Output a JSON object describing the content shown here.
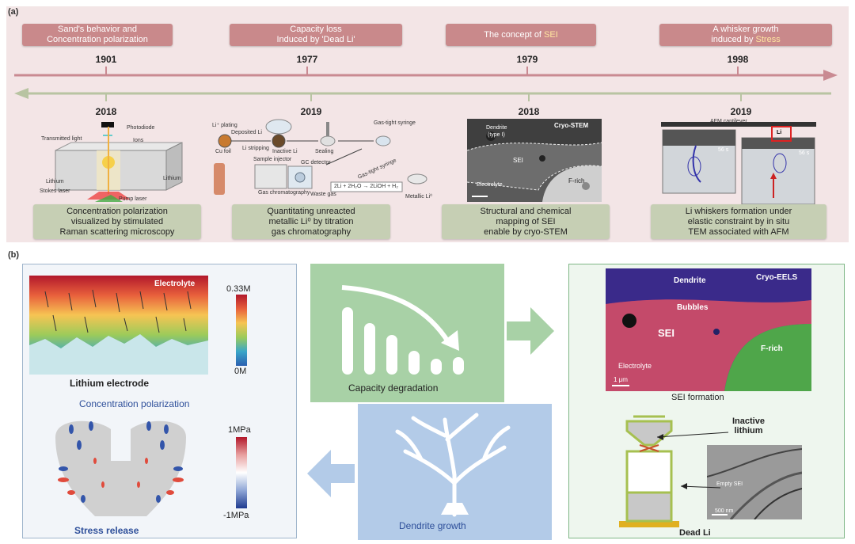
{
  "panel_a": {
    "label": "(a)",
    "top_events": [
      {
        "line1": "Sand's behavior and",
        "line2": "Concentration polarization",
        "year": "1901"
      },
      {
        "line1": "Capacity loss",
        "line2": "Induced by 'Dead Li'",
        "year": "1977"
      },
      {
        "line1": "The concept of ",
        "hl": "SEI",
        "year": "1979"
      },
      {
        "line1": "A whisker growth",
        "line2a": "induced by ",
        "line2hl": "Stress",
        "year": "1998"
      }
    ],
    "bottom_events": [
      {
        "year": "2018",
        "line1": "Concentration polarization",
        "line2": "visualized by stimulated",
        "line3": "Raman scattering microscopy"
      },
      {
        "year": "2019",
        "line1": "Quantitating unreacted",
        "line2": "metallic Li⁰ by titration",
        "line3": "gas chromatography"
      },
      {
        "year": "2018",
        "line1": "Structural and chemical",
        "line2": "mapping of SEI",
        "line3": "enable by cryo-STEM"
      },
      {
        "year": "2019",
        "line1": "Li whiskers formation under",
        "line2": "elastic constraint by in situ",
        "line3": "TEM associated with AFM"
      }
    ],
    "img1": {
      "photodiode": "Photodiode",
      "transmitted": "Transmitted light",
      "ions": "Ions",
      "lithium_l": "Lithium",
      "lithium_r": "Lithium",
      "stokes": "Stokes laser",
      "pump": "Pump laser"
    },
    "img2": {
      "li_plating": "Li⁺ plating",
      "deposited": "Deposited Li",
      "cu_foil": "Cu foil",
      "li_stripping": "Li stripping",
      "inactive": "Inactive Li",
      "sealing": "Sealing",
      "gas_tight": "Gas-tight syringe",
      "sample_injector": "Sample injector",
      "gc_detector": "GC detector",
      "gas_chrom": "Gas chromatography",
      "waste_gas": "Waste gas",
      "equation": "2Li + 2H₂O → 2LiOH + H₂",
      "metallic": "Metallic Li⁰",
      "gas_lb": "Gas-tight syringe"
    },
    "img3": {
      "title": "Cryo-STEM",
      "dendrite": "Dendrite",
      "type": "(type I)",
      "sei": "SEI",
      "frich": "F-rich",
      "electrolyte": "Electrolyte"
    },
    "img4": {
      "afm": "AFM cantilever",
      "t1": "56 s",
      "t2": "56 s",
      "tag": "Li"
    }
  },
  "panel_b": {
    "label": "(b)",
    "heatmap_label": "Electrolyte",
    "cb1_max": "0.33M",
    "cb1_min": "0M",
    "lithium_electrode": "Lithium electrode",
    "concentration_polarization": "Concentration polarization",
    "cb2_max": "1MPa",
    "cb2_min": "-1MPa",
    "stress_release": "Stress release",
    "capacity_degradation": "Capacity degradation",
    "dendrite_growth": "Dendrite growth",
    "eels": {
      "title": "Cryo-EELS",
      "dendrite": "Dendrite",
      "bubbles": "Bubbles",
      "sei": "SEI",
      "frich": "F-rich",
      "electrolyte": "Electrolyte",
      "scale": "1 μm"
    },
    "sei_formation": "SEI formation",
    "inactive_lithium_1": "Inactive",
    "inactive_lithium_2": "lithium",
    "empty_sei": "Empty SEI",
    "tem_scale": "500 nm",
    "dead_li": "Dead Li"
  },
  "colors": {
    "panel_a_bg": "#f3e5e6",
    "tag": "#c9898b",
    "arrow_top": "#c98a92",
    "arrow_bottom": "#b8c4a2",
    "caption": "#c6cfb4",
    "capacity_box": "#9cc79a",
    "dendrite_box": "#a8c3e4"
  }
}
